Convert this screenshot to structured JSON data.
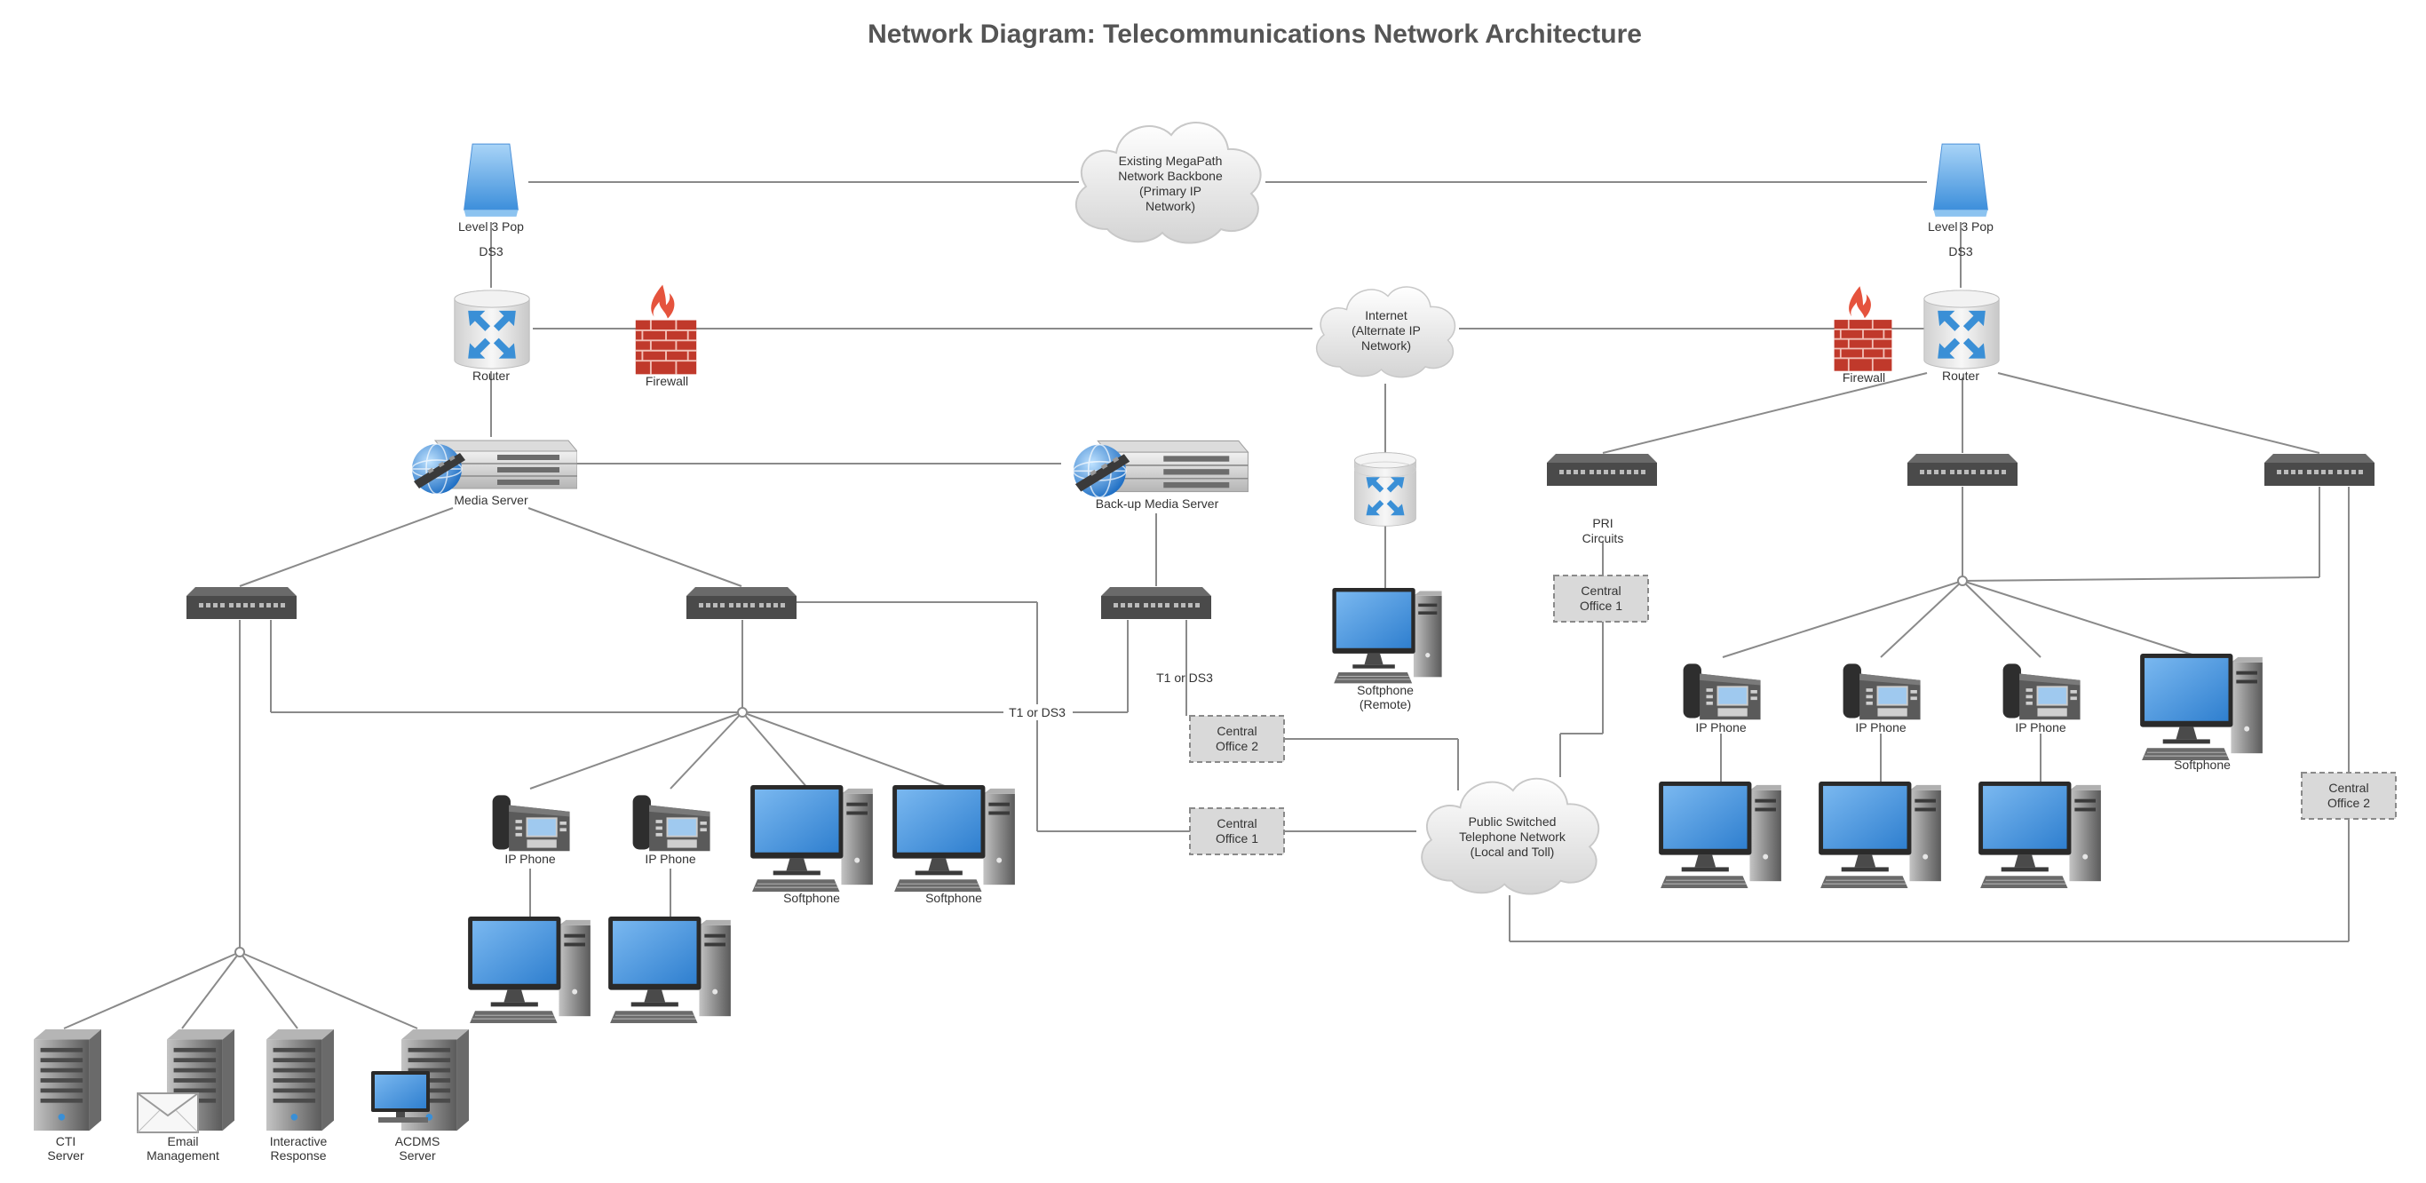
{
  "title": "Network Diagram: Telecommunications Network Architecture",
  "colors": {
    "wire": "#8a8a8a",
    "monitor_blue": "#4a90d9",
    "router_arrow": "#3a8fd6",
    "firewall_brick": "#c0392b",
    "flame": "#e5533d",
    "switch_body": "#4a4a4a",
    "cloud_fill": "#eeeeee",
    "central_office_fill": "#d9d9d9"
  },
  "clouds": {
    "megapath": [
      "Existing MegaPath",
      "Network Backbone",
      "(Primary IP",
      "Network)"
    ],
    "internet": [
      "Internet",
      "(Alternate IP",
      "Network)"
    ],
    "pstn": [
      "Public Switched",
      "Telephone Network",
      "(Local and Toll)"
    ]
  },
  "labels": {
    "level3_left": "Level 3 Pop",
    "level3_right": "Level 3 Pop",
    "ds3_left": "DS3",
    "ds3_right": "DS3",
    "router_left": "Router",
    "router_right": "Router",
    "firewall_left": "Firewall",
    "firewall_right": "Firewall",
    "media_server": "Media Server",
    "backup_media_server": "Back-up Media Server",
    "softphone_remote": [
      "Softphone",
      "(Remote)"
    ],
    "pri_circuits": [
      "PRI",
      "Circuits"
    ],
    "t1_ds3_upper": "T1 or DS3",
    "t1_ds3_lower": "T1 or DS3",
    "ip_phone": "IP Phone",
    "softphone": "Softphone",
    "central_office_1": [
      "Central",
      "Office 1"
    ],
    "central_office_2": [
      "Central",
      "Office 2"
    ],
    "cti_server": [
      "CTI",
      "Server"
    ],
    "email_management": [
      "Email",
      "Management"
    ],
    "interactive_response": [
      "Interactive",
      "Response"
    ],
    "acdms_server": [
      "ACDMS",
      "Server"
    ]
  }
}
